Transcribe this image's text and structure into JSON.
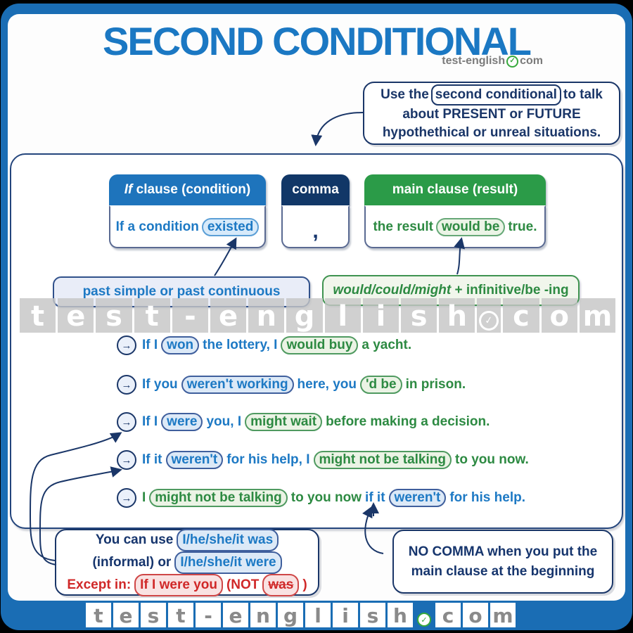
{
  "title": "SECOND CONDITIONAL",
  "logo": {
    "name": "test-english",
    "tld": "com"
  },
  "bubble": {
    "pre": "Use the",
    "highlight": "second conditional",
    "post": "to talk",
    "line2": "about PRESENT or FUTURE",
    "line3": "hypothethical or unreal situations."
  },
  "table": {
    "if_header_italic": "If",
    "if_header_rest": " clause (condition)",
    "comma_header": "comma",
    "main_header": "main clause (result)",
    "if_cell_pre": "If a condition",
    "if_cell_pill": "existed",
    "comma_cell": ",",
    "main_cell_pre": "the result",
    "main_cell_pill": "would be",
    "main_cell_post": "true."
  },
  "tips": {
    "past": "past simple or past continuous",
    "modal_italic": "would/could/might",
    "modal_rest": " + infinitive/be -ing"
  },
  "watermark": {
    "letters": [
      "t",
      "e",
      "s",
      "t",
      "-",
      "e",
      "n",
      "g",
      "l",
      "i",
      "s",
      "h",
      "✓",
      "c",
      "o",
      "m"
    ]
  },
  "examples": [
    {
      "segments": [
        {
          "text": "If I",
          "style": "b"
        },
        {
          "text": "won",
          "style": "pb"
        },
        {
          "text": "the lottery, I",
          "style": "b"
        },
        {
          "text": "would buy",
          "style": "pg"
        },
        {
          "text": "a yacht.",
          "style": "g"
        }
      ]
    },
    {
      "segments": [
        {
          "text": "If you",
          "style": "b"
        },
        {
          "text": "weren't working",
          "style": "pb"
        },
        {
          "text": "here, you",
          "style": "b"
        },
        {
          "text": "'d be",
          "style": "pg"
        },
        {
          "text": "in prison.",
          "style": "g"
        }
      ]
    },
    {
      "segments": [
        {
          "text": "If I",
          "style": "b"
        },
        {
          "text": "were",
          "style": "pb"
        },
        {
          "text": "you, I",
          "style": "b"
        },
        {
          "text": "might wait",
          "style": "pg"
        },
        {
          "text": "before making a decision.",
          "style": "g"
        }
      ]
    },
    {
      "segments": [
        {
          "text": "If it",
          "style": "b"
        },
        {
          "text": "weren't",
          "style": "pb"
        },
        {
          "text": "for his help, I",
          "style": "b"
        },
        {
          "text": "might not be talking",
          "style": "pg"
        },
        {
          "text": "to you now.",
          "style": "g"
        }
      ]
    },
    {
      "segments": [
        {
          "text": "I",
          "style": "g"
        },
        {
          "text": "might not be talking",
          "style": "pg"
        },
        {
          "text": "to you now",
          "style": "g"
        },
        {
          "text": "if it",
          "style": "b"
        },
        {
          "text": "weren't",
          "style": "pb"
        },
        {
          "text": "for his help.",
          "style": "b"
        }
      ]
    }
  ],
  "notes": {
    "was_were": {
      "l1_pre": "You can use",
      "l1_pill": "I/he/she/it was",
      "l2_pre": "(informal) or",
      "l2_pill": "I/he/she/it were",
      "l3_pre": "Except in:",
      "l3_pill": "If I were you",
      "l3_mid": "(NOT",
      "l3_strike": "was",
      "l3_end": ")"
    },
    "no_comma": {
      "line1": "NO COMMA when you put the",
      "line2": "main clause at the beginning"
    }
  },
  "colors": {
    "frame_blue": "#1a6db4",
    "title_blue": "#1b78c3",
    "navy": "#16356d",
    "header_blue": "#1e74bc",
    "header_navy": "#113767",
    "header_green": "#2b9b48",
    "text_blue": "#1d79c4",
    "text_green": "#2d8a42",
    "red": "#d02828",
    "check_green": "#37a93c",
    "watermark_gray": "#c6c6c6"
  }
}
